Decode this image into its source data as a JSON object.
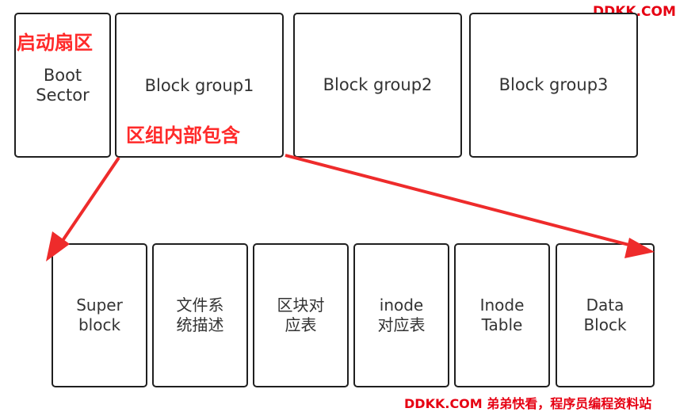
{
  "watermark_top": "DDKK.COM",
  "watermark_bottom": "DDKK.COM 弟弟快看，程序员编程资料站",
  "colors": {
    "box_border": "#1f1f1f",
    "box_text": "#333333",
    "annotation": "#ff2a2a",
    "arrow": "#ee2b2b",
    "watermark": "#e60012"
  },
  "top_row": {
    "boot_sector": "Boot\nSector",
    "group1": "Block group1",
    "group2": "Block group2",
    "group3": "Block group3"
  },
  "annotations": {
    "boot_sector_label": "启动扇区",
    "group_contains": "区组内部包含"
  },
  "bottom_row": {
    "super_block": "Super\nblock",
    "group_descriptor": "文件系\n统描述",
    "block_bitmap": "区块对\n应表",
    "inode_bitmap": "inode\n对应表",
    "inode_table": "Inode\nTable",
    "data_block": "Data\nBlock"
  }
}
